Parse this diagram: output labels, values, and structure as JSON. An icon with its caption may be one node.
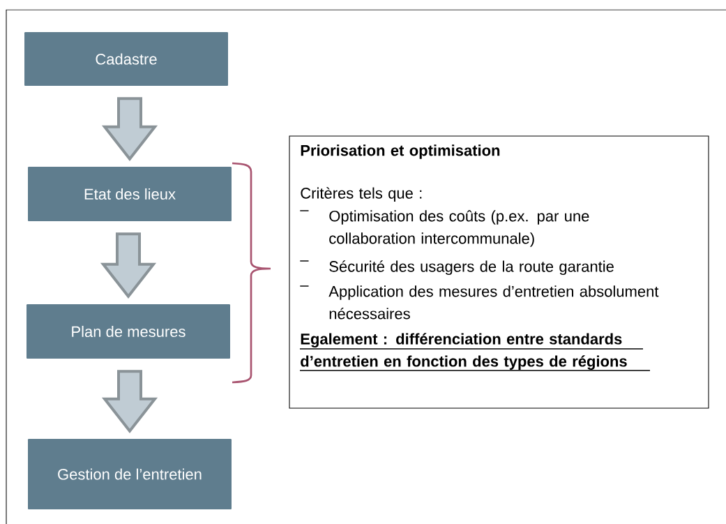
{
  "diagram": {
    "nodes": [
      {
        "text": [
          "Cadastre"
        ]
      },
      {
        "text": [
          "Etat des lieux"
        ]
      },
      {
        "text": [
          "Plan de mesures"
        ]
      },
      {
        "text": [
          "Gestion de l’entretien"
        ]
      },
      {
        "text": [
          "Priorisation et optimisation",
          "Critères tels que :",
          "Optimisation des coûts (p.ex. par une collaboration intercommunale)",
          "Sécurité des usagers de la route garantie",
          "Application des mesures d’entretien absolument nécessaires",
          "Egalement : différenciation entre standards d’entretien en fonction des types de régions"
        ]
      }
    ],
    "edges": [
      {
        "from": 0,
        "to": 1,
        "arrow": "to"
      },
      {
        "from": 1,
        "to": 2,
        "arrow": "to"
      },
      {
        "from": 2,
        "to": 3,
        "arrow": "to"
      }
    ],
    "labels": [
      "–",
      "–",
      "–"
    ]
  }
}
